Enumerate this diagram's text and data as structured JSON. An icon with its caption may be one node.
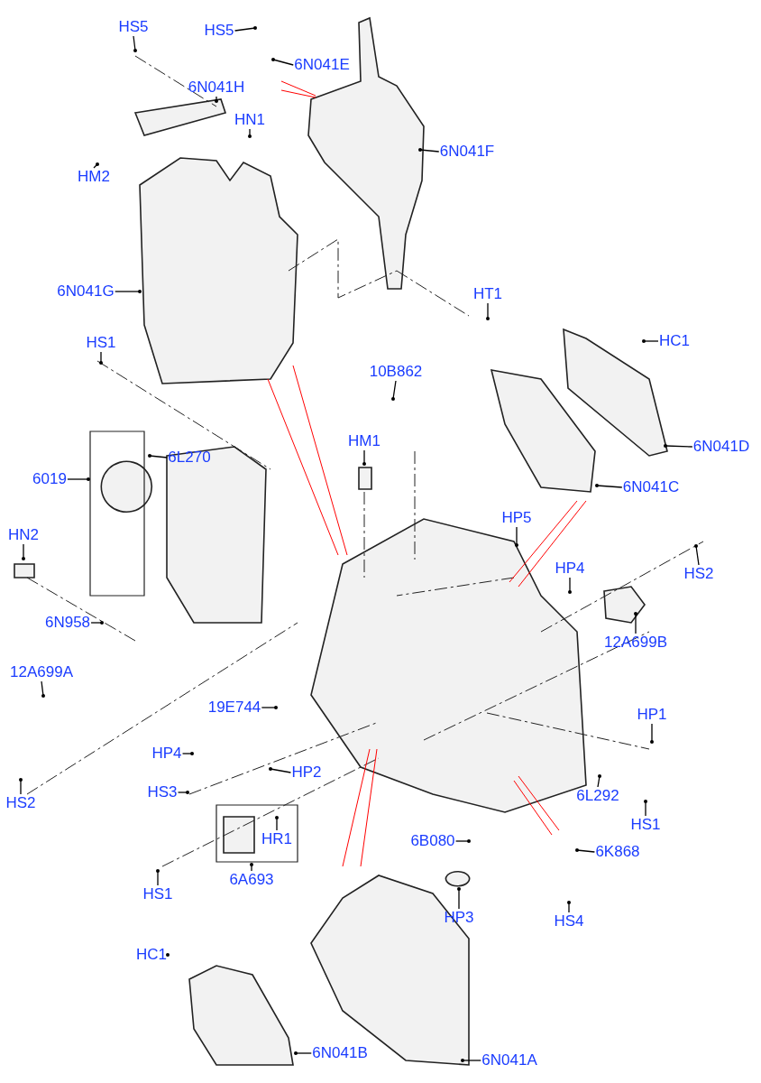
{
  "diagram": {
    "nodes": [
      {
        "text": [
          "HS5"
        ]
      },
      {
        "text": [
          "HS5"
        ]
      },
      {
        "text": [
          "6N041E"
        ]
      },
      {
        "text": [
          "6N041H"
        ]
      },
      {
        "text": [
          "HN1"
        ]
      },
      {
        "text": [
          "6N041F"
        ]
      },
      {
        "text": [
          "HM2"
        ]
      },
      {
        "text": [
          "6N041G"
        ]
      },
      {
        "text": [
          "HT1"
        ]
      },
      {
        "text": [
          "HC1"
        ]
      },
      {
        "text": [
          "HS1"
        ]
      },
      {
        "text": [
          "10B862"
        ]
      },
      {
        "text": [
          "HM1"
        ]
      },
      {
        "text": [
          "6L270"
        ]
      },
      {
        "text": [
          "6019"
        ]
      },
      {
        "text": [
          "6N041D"
        ]
      },
      {
        "text": [
          "6N041C"
        ]
      },
      {
        "text": [
          "HP5"
        ]
      },
      {
        "text": [
          "HN2"
        ]
      },
      {
        "text": [
          "HS2"
        ]
      },
      {
        "text": [
          "HP4"
        ]
      },
      {
        "text": [
          "6N958"
        ]
      },
      {
        "text": [
          "12A699B"
        ]
      },
      {
        "text": [
          "12A699A"
        ]
      },
      {
        "text": [
          "19E744"
        ]
      },
      {
        "text": [
          "HP1"
        ]
      },
      {
        "text": [
          "HP4"
        ]
      },
      {
        "text": [
          "HP2"
        ]
      },
      {
        "text": [
          "HS3"
        ]
      },
      {
        "text": [
          "6L292"
        ]
      },
      {
        "text": [
          "HS2"
        ]
      },
      {
        "text": [
          "HS1"
        ]
      },
      {
        "text": [
          "HR1"
        ]
      },
      {
        "text": [
          "6B080"
        ]
      },
      {
        "text": [
          "6K868"
        ]
      },
      {
        "text": [
          "6A693"
        ]
      },
      {
        "text": [
          "HS1"
        ]
      },
      {
        "text": [
          "HP3"
        ]
      },
      {
        "text": [
          "HS4"
        ]
      },
      {
        "text": [
          "HC1"
        ]
      },
      {
        "text": [
          "6N041B"
        ]
      },
      {
        "text": [
          "6N041A"
        ]
      }
    ],
    "edges": [
      {
        "from": 0,
        "to": null,
        "arrow": "other"
      },
      {
        "from": 1,
        "to": null,
        "arrow": "other"
      },
      {
        "from": 2,
        "to": null,
        "arrow": "other"
      },
      {
        "from": 3,
        "to": null,
        "arrow": "other"
      },
      {
        "from": 4,
        "to": null,
        "arrow": "other"
      },
      {
        "from": 5,
        "to": null,
        "arrow": "other"
      },
      {
        "from": 6,
        "to": null,
        "arrow": "other"
      },
      {
        "from": 7,
        "to": null,
        "arrow": "other"
      },
      {
        "from": 8,
        "to": null,
        "arrow": "other"
      },
      {
        "from": 9,
        "to": null,
        "arrow": "other"
      },
      {
        "from": 10,
        "to": null,
        "arrow": "other"
      },
      {
        "from": 11,
        "to": null,
        "arrow": "other"
      },
      {
        "from": 12,
        "to": null,
        "arrow": "other"
      },
      {
        "from": 13,
        "to": null,
        "arrow": "other"
      },
      {
        "from": 14,
        "to": null,
        "arrow": "other"
      },
      {
        "from": 15,
        "to": null,
        "arrow": "other"
      },
      {
        "from": 16,
        "to": null,
        "arrow": "other"
      },
      {
        "from": 17,
        "to": null,
        "arrow": "other"
      },
      {
        "from": 18,
        "to": null,
        "arrow": "other"
      },
      {
        "from": 19,
        "to": null,
        "arrow": "other"
      },
      {
        "from": 20,
        "to": null,
        "arrow": "other"
      },
      {
        "from": 21,
        "to": null,
        "arrow": "other"
      },
      {
        "from": 22,
        "to": null,
        "arrow": "other"
      },
      {
        "from": 23,
        "to": null,
        "arrow": "other"
      },
      {
        "from": 24,
        "to": null,
        "arrow": "other"
      },
      {
        "from": 25,
        "to": null,
        "arrow": "other"
      },
      {
        "from": 26,
        "to": null,
        "arrow": "other"
      },
      {
        "from": 27,
        "to": null,
        "arrow": "other"
      },
      {
        "from": 28,
        "to": null,
        "arrow": "other"
      },
      {
        "from": 29,
        "to": null,
        "arrow": "other"
      },
      {
        "from": 30,
        "to": null,
        "arrow": "other"
      },
      {
        "from": 31,
        "to": null,
        "arrow": "other"
      },
      {
        "from": 32,
        "to": null,
        "arrow": "other"
      },
      {
        "from": 33,
        "to": null,
        "arrow": "other"
      },
      {
        "from": 34,
        "to": null,
        "arrow": "other"
      },
      {
        "from": 35,
        "to": null,
        "arrow": "other"
      },
      {
        "from": 36,
        "to": null,
        "arrow": "other"
      },
      {
        "from": 37,
        "to": null,
        "arrow": "other"
      },
      {
        "from": 38,
        "to": null,
        "arrow": "other"
      },
      {
        "from": 39,
        "to": null,
        "arrow": "other"
      },
      {
        "from": 40,
        "to": null,
        "arrow": "other"
      },
      {
        "from": 41,
        "to": null,
        "arrow": "other"
      }
    ]
  }
}
